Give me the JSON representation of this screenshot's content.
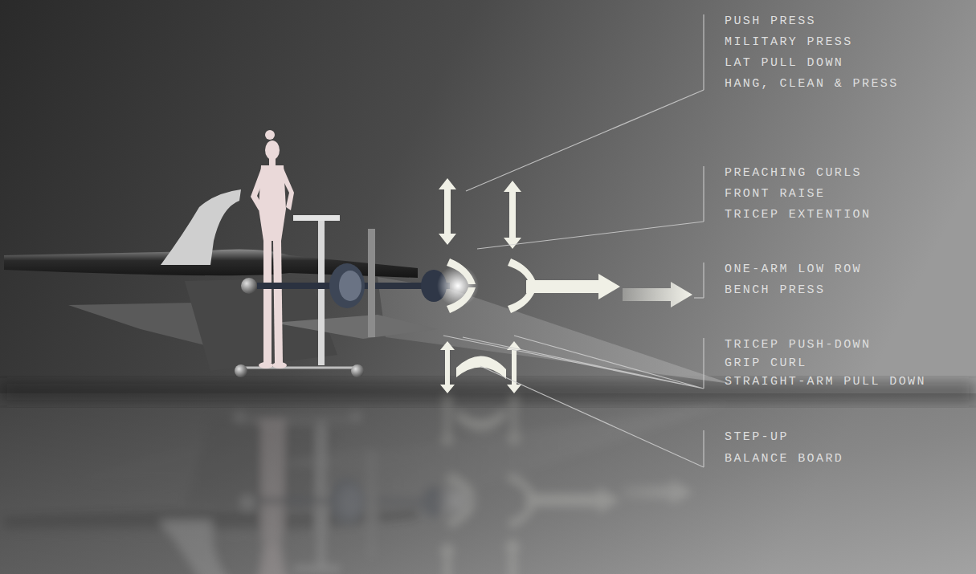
{
  "diagram": {
    "labels": [
      "PUSH PRESS",
      "MILITARY PRESS",
      "LAT PULL DOWN",
      "HANG, CLEAN & PRESS",
      "PREACHING CURLS",
      "FRONT RAISE",
      "TRICEP EXTENTION",
      "ONE-ARM LOW ROW",
      "BENCH PRESS",
      "TRICEP PUSH-DOWN",
      "GRIP CURL",
      "STRAIGHT-ARM PULL DOWN",
      "STEP-UP",
      "BALANCE BOARD"
    ]
  }
}
